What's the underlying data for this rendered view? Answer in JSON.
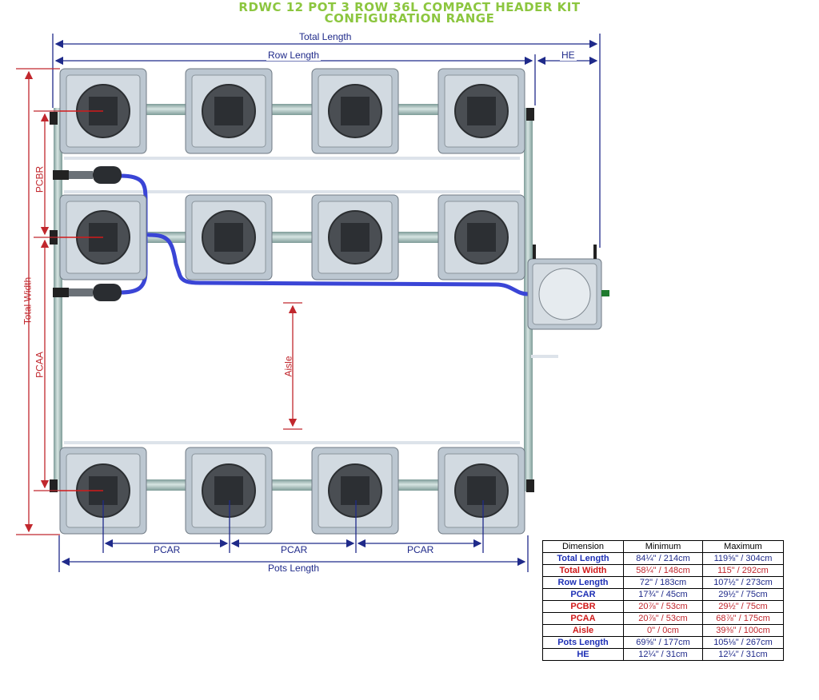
{
  "title": {
    "line1": "RDWC 12 POT 3 ROW 36L COMPACT HEADER KIT",
    "line2": "CONFIGURATION RANGE"
  },
  "colors": {
    "title": "#8cc63f",
    "blue_dimension": "#1f2a8a",
    "red_dimension": "#c1272d",
    "pot_body": "#b7c4cf",
    "pipe": "#9fb7b4",
    "hose": "#3a45d6"
  },
  "labels": {
    "total_length": "Total Length",
    "row_length": "Row Length",
    "he": "HE",
    "total_width": "Total Width",
    "pcbr": "PCBR",
    "pcaa": "PCAA",
    "aisle": "Aisle",
    "pcar": "PCAR",
    "pots_length": "Pots Length"
  },
  "table": {
    "headers": [
      "Dimension",
      "Minimum",
      "Maximum"
    ],
    "rows": [
      {
        "dimension": "Total Length",
        "min": "84¼\" / 214cm",
        "max": "119⅝\" / 304cm",
        "color": "blue"
      },
      {
        "dimension": "Total Width",
        "min": "58¼\" / 148cm",
        "max": "115\" / 292cm",
        "color": "red"
      },
      {
        "dimension": "Row Length",
        "min": "72\" / 183cm",
        "max": "107½\" / 273cm",
        "color": "blue"
      },
      {
        "dimension": "PCAR",
        "min": "17¾\" / 45cm",
        "max": "29½\" / 75cm",
        "color": "blue"
      },
      {
        "dimension": "PCBR",
        "min": "20⅞\" / 53cm",
        "max": "29½\" / 75cm",
        "color": "red"
      },
      {
        "dimension": "PCAA",
        "min": "20⅞\" / 53cm",
        "max": "68⅞\" / 175cm",
        "color": "red"
      },
      {
        "dimension": "Aisle",
        "min": "0\" / 0cm",
        "max": "39⅜\" / 100cm",
        "color": "red"
      },
      {
        "dimension": "Pots Length",
        "min": "69⅝\" / 177cm",
        "max": "105⅛\" / 267cm",
        "color": "blue"
      },
      {
        "dimension": "HE",
        "min": "12¼\" / 31cm",
        "max": "12¼\" / 31cm",
        "color": "blue"
      }
    ]
  }
}
